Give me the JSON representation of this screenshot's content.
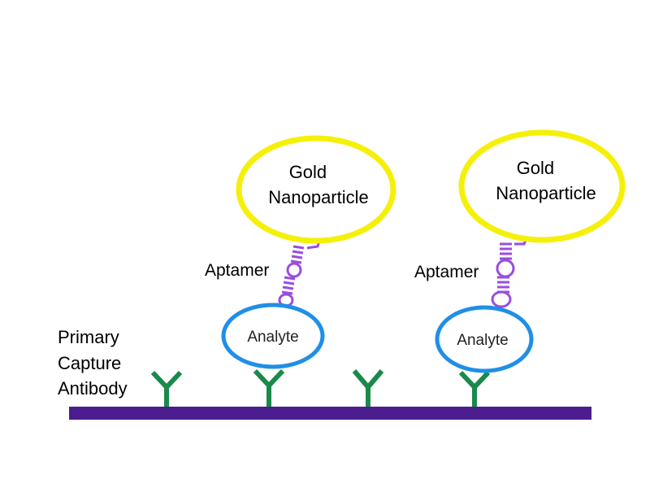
{
  "labels": {
    "primary_capture_antibody": [
      "Primary",
      "Capture",
      "Antibody"
    ],
    "aptamer_left": "Aptamer",
    "aptamer_right": "Aptamer",
    "analyte_left": "Analyte",
    "analyte_right": "Analyte",
    "gold_left": [
      "Gold",
      "Nanoparticle"
    ],
    "gold_right": [
      "Gold",
      "Nanoparticle"
    ]
  },
  "colors": {
    "surface": "#4b1d8f",
    "antibody": "#1a8a4a",
    "analyte": "#1f8fe8",
    "aptamer": "#9a4ce0",
    "gold": "#f5f00a"
  }
}
